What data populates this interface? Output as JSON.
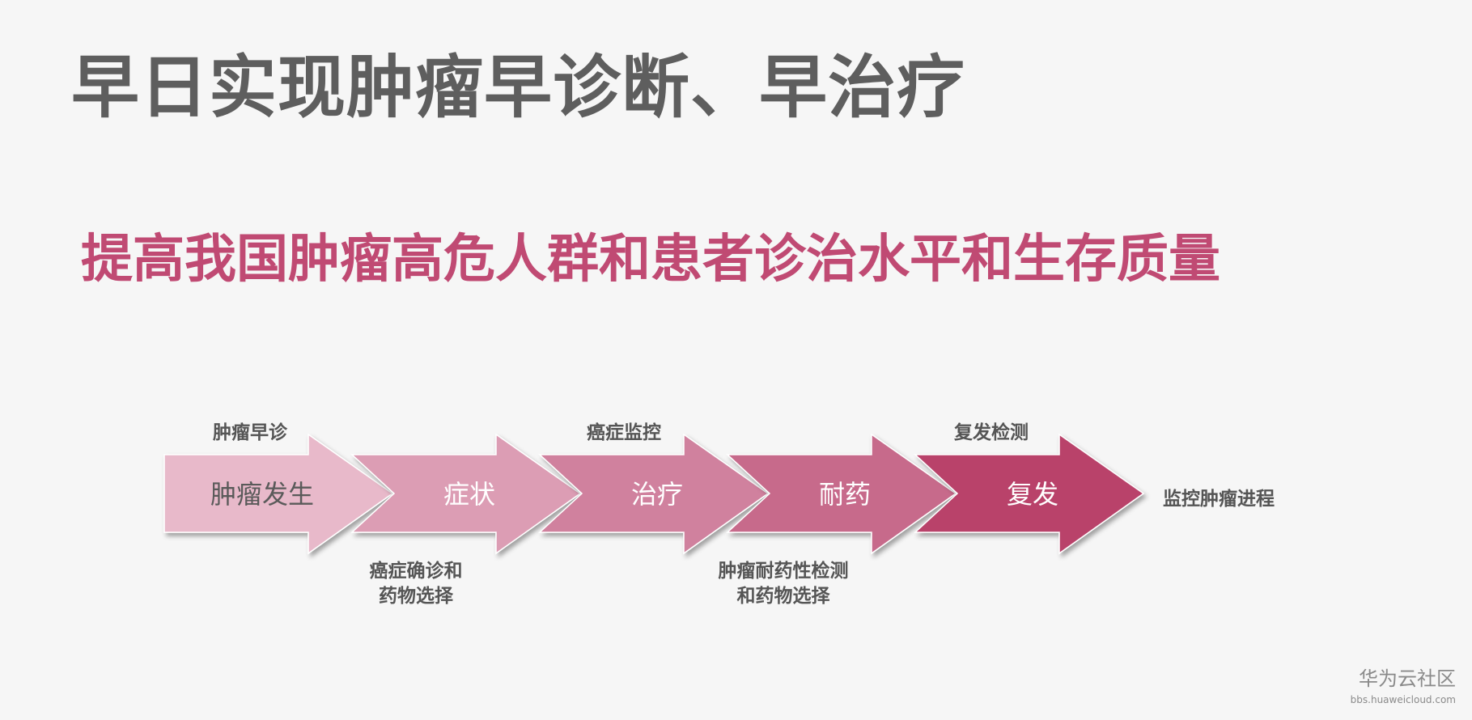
{
  "title": "早日实现肿瘤早诊断、早治疗",
  "subtitle": "提高我国肿瘤高危人群和患者诊治水平和生存质量",
  "colors": {
    "title": "#5e5e5e",
    "subtitle": "#c04a73",
    "note": "#555555",
    "stage_fills": [
      "#e8b9ca",
      "#dc9db4",
      "#d0819e",
      "#c76a8b",
      "#b9436b"
    ],
    "stage_text": [
      "#5a5a5a",
      "#ffffff",
      "#ffffff",
      "#ffffff",
      "#ffffff"
    ]
  },
  "stages": [
    {
      "label": "肿瘤发生"
    },
    {
      "label": "症状"
    },
    {
      "label": "治疗"
    },
    {
      "label": "耐药"
    },
    {
      "label": "复发"
    }
  ],
  "notes": {
    "top_1": "肿瘤早诊",
    "top_2": "癌症监控",
    "top_3": "复发检测",
    "bottom_1": [
      "癌症确诊和",
      "药物选择"
    ],
    "bottom_2": [
      "肿瘤耐药性检测",
      "和药物选择"
    ],
    "end": "监控肿瘤进程"
  },
  "watermark": {
    "brand": "华为云社区",
    "url": "bbs.huaweicloud.com"
  }
}
